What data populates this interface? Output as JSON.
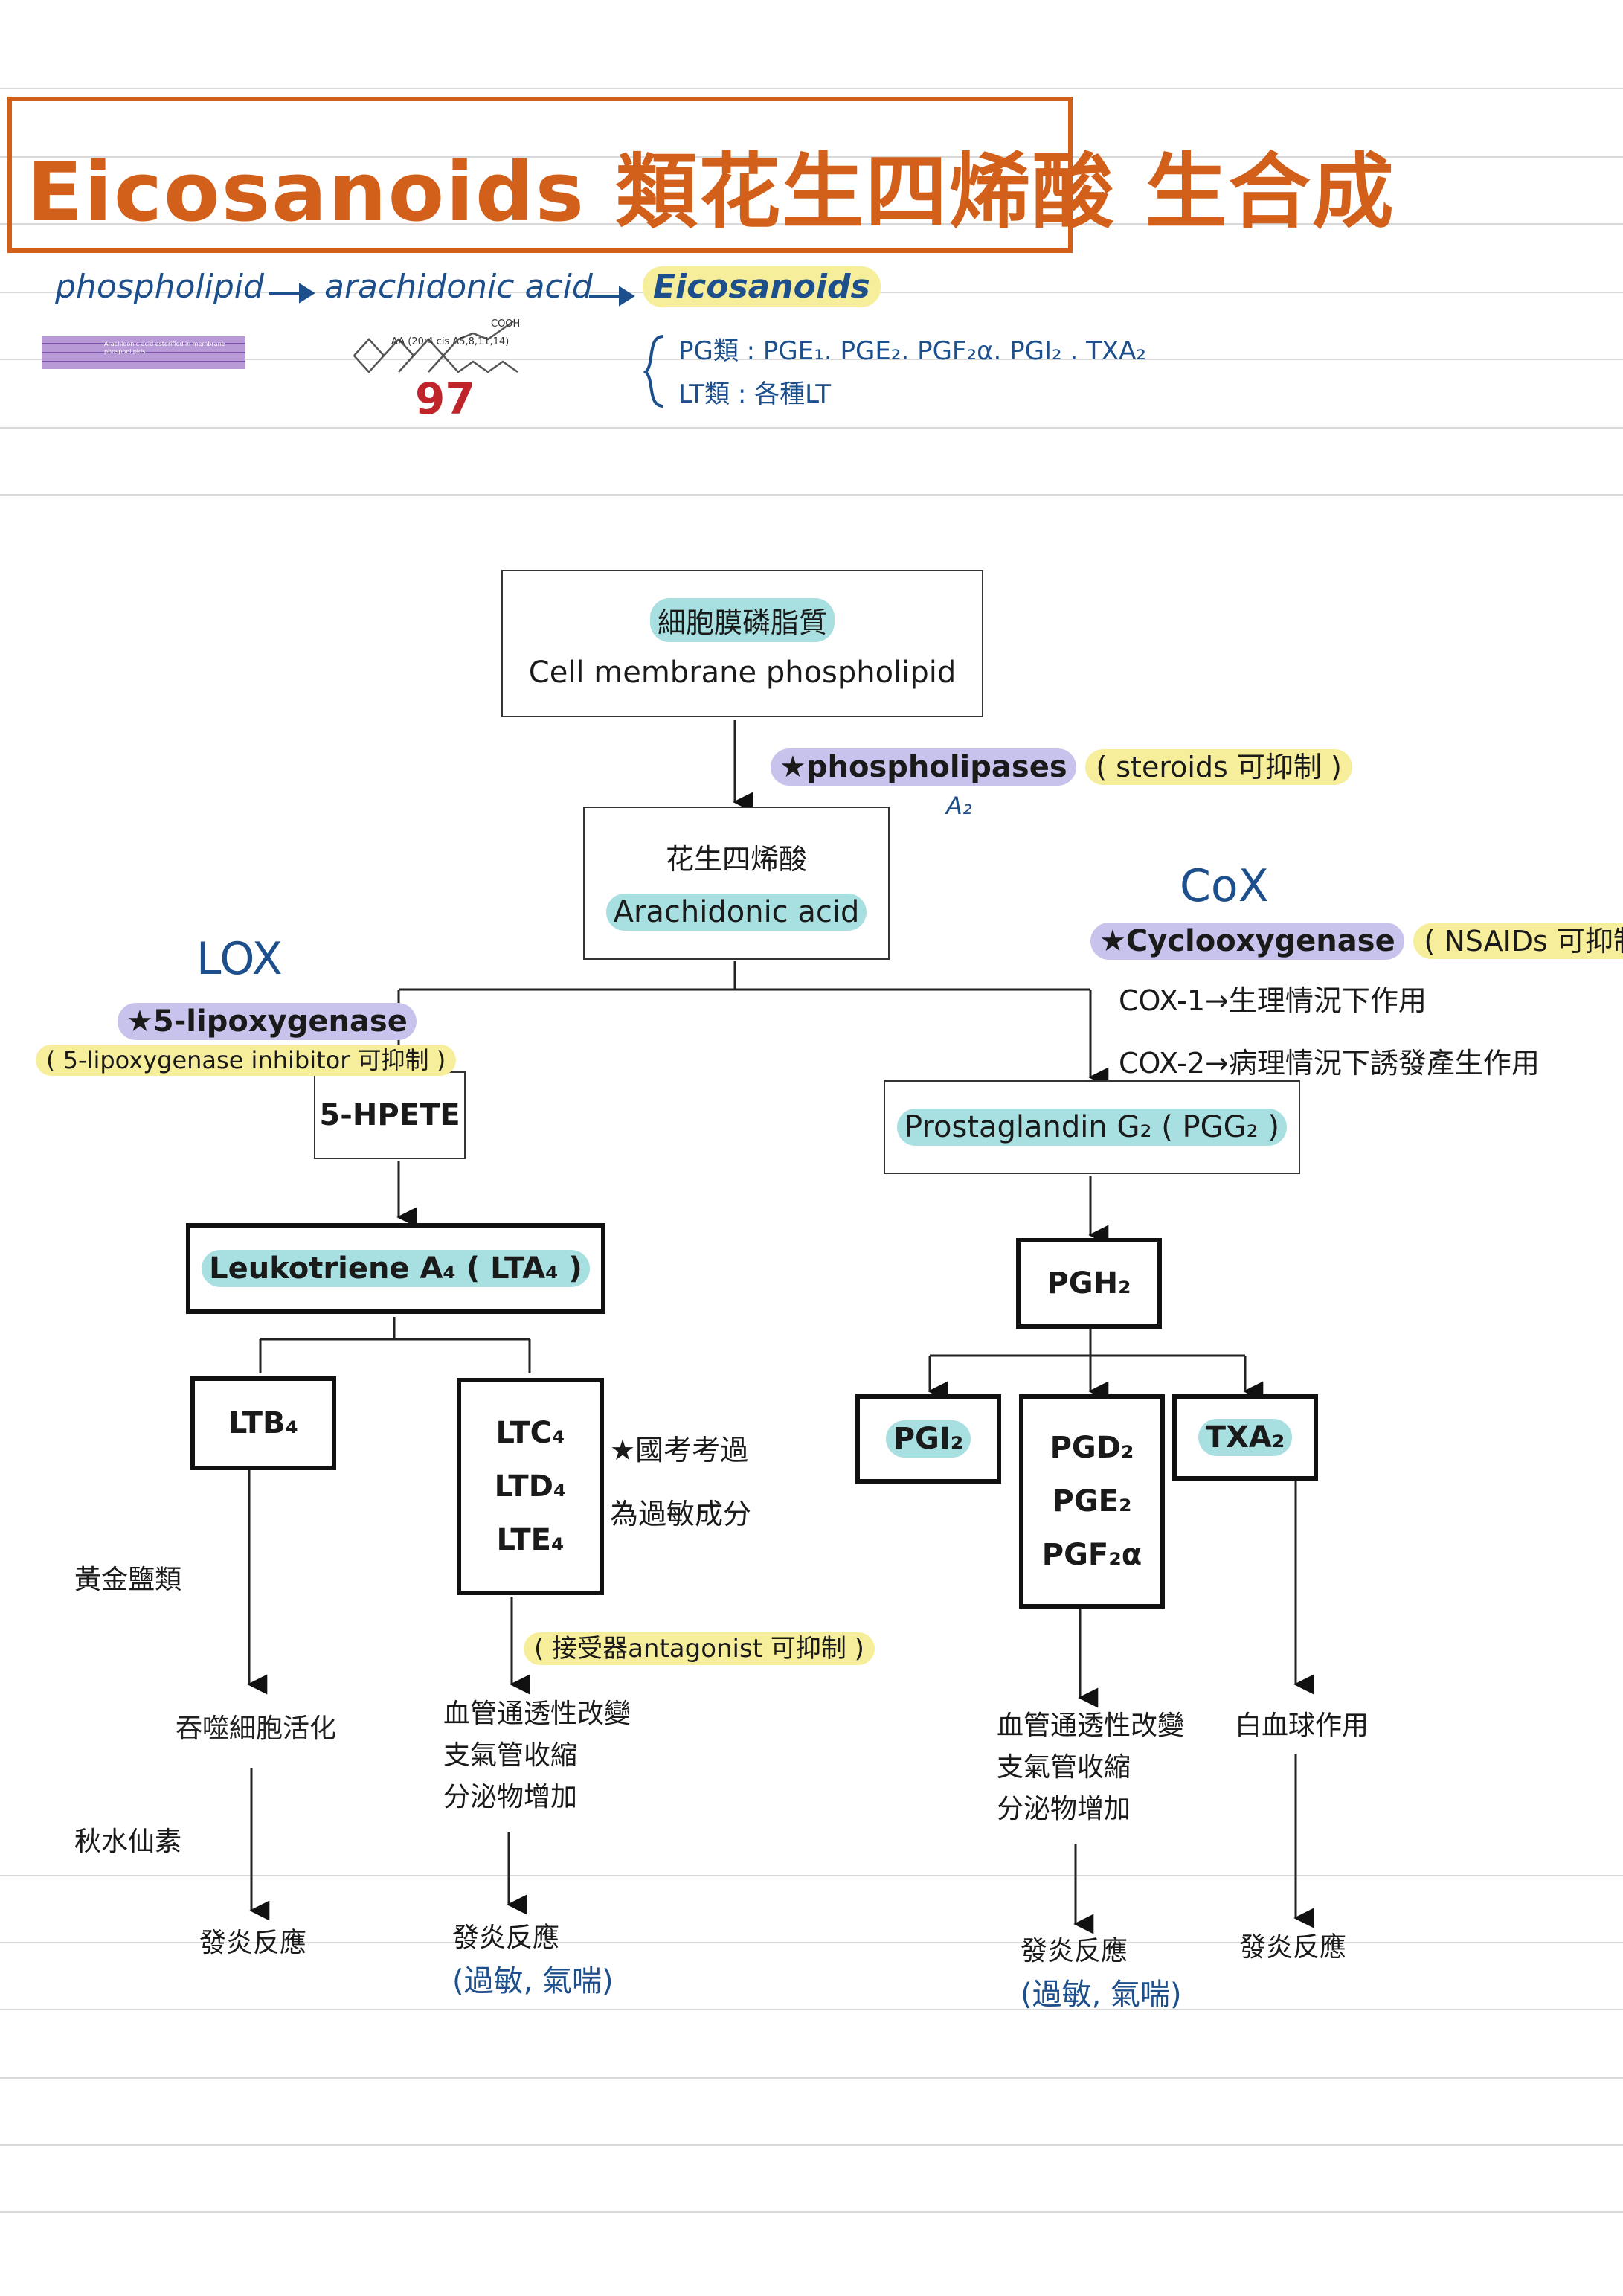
{
  "title": {
    "main": "Eicosanoids 類花生四烯酸  生合成"
  },
  "intro": {
    "phospholipid": "phospholipid",
    "arachidonic": "arachidonic acid",
    "eicosanoids": "Eicosanoids",
    "membrane_caption": "Arachidonic acid esterified in membrane phospholipids",
    "aa_formula": "AA (20:4 cis Δ5,8,11,14)",
    "aa_cooh": "COOH",
    "number": "97",
    "pg_line": "PG類 : PGE₁. PGE₂. PGF₂α. PGI₂ . TXA₂",
    "lt_line": "LT類 : 各種LT"
  },
  "nodes": {
    "membrane_zh": "細胞膜磷脂質",
    "membrane_en": "Cell membrane phospholipid",
    "aa_zh": "花生四烯酸",
    "aa_en": "Arachidonic acid",
    "hpete": "5-HPETE",
    "lta4": "Leukotriene A₄ ( LTA₄ )",
    "ltb4": "LTB₄",
    "ltc4": "LTC₄",
    "ltd4": "LTD₄",
    "lte4": "LTE₄",
    "pgg2": "Prostaglandin G₂ ( PGG₂ )",
    "pgh2": "PGH₂",
    "pgi2": "PGI₂",
    "pgd2": "PGD₂",
    "pge2": "PGE₂",
    "pgf2a": "PGF₂α",
    "txa2": "TXA₂"
  },
  "labels": {
    "phospholipases": "★phospholipases",
    "steroids": "( steroids 可抑制 )",
    "a2": "A₂",
    "cox": "CoX",
    "cyclooxygenase": "★Cyclooxygenase",
    "nsaids": "( NSAIDs 可抑制 )",
    "cox1": "COX-1→生理情況下作用",
    "cox2": "COX-2→病理情況下誘發產生作用",
    "lox": "LOX",
    "lipoxygenase": "★5-lipoxygenase",
    "lox_inhibitor": "( 5-lipoxygenase inhibitor 可抑制 )",
    "exam1": "★國考考過",
    "exam2": "為過敏成分",
    "receptor": "( 接受器antagonist 可抑制 )",
    "gold": "黃金鹽類",
    "colchicine": "秋水仙素"
  },
  "effects": {
    "phago": "吞噬細胞活化",
    "lt_effect1": "血管通透性改變",
    "lt_effect2": "支氣管收縮",
    "lt_effect3": "分泌物增加",
    "pg_effect1": "血管通透性改變",
    "pg_effect2": "支氣管收縮",
    "pg_effect3": "分泌物增加",
    "wbc": "白血球作用",
    "inflam1": "發炎反應",
    "inflam2": "發炎反應",
    "inflam2_sub": "(過敏, 氣喘)",
    "inflam3": "發炎反應",
    "inflam3_sub": "(過敏, 氣喘)",
    "inflam4": "發炎反應"
  },
  "colors": {
    "title_orange": "#d2601a",
    "ink_blue": "#1c4f8c",
    "number_red": "#c0242b",
    "highlight_teal": "#a8dfe0",
    "highlight_purple": "#c8c3ec",
    "highlight_yellow": "#f6ee9a"
  }
}
